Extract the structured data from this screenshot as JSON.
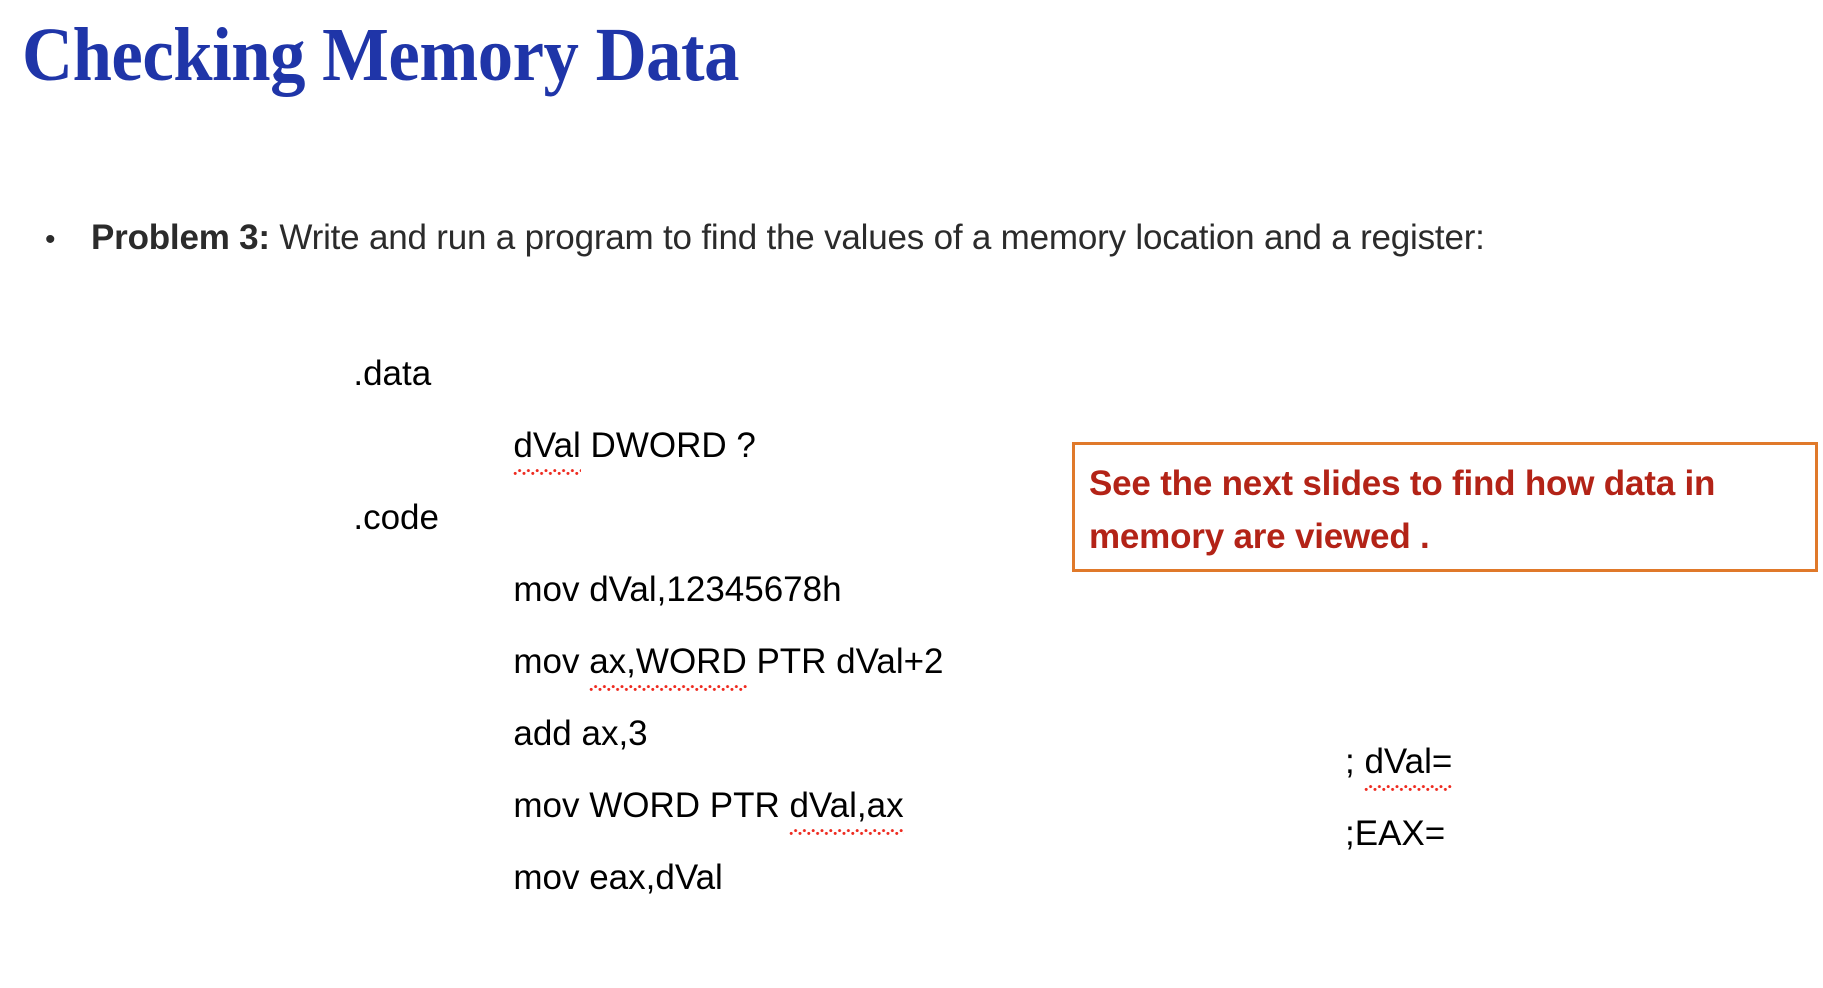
{
  "slide": {
    "title": "Checking Memory Data",
    "title_color": "#1F35A8",
    "background": "#ffffff"
  },
  "bullet": {
    "marker": "•",
    "lead": "Problem 3:",
    "body": " Write and run a program to find the values of a memory location and a register:",
    "color": "#2b2b2b"
  },
  "code": {
    "lines": [
      {
        "indent": "outer",
        "text": ".data",
        "comment": "",
        "misspelled": ""
      },
      {
        "indent": "inner",
        "text": "dVal DWORD ?",
        "comment": "",
        "misspelled": "dVal"
      },
      {
        "indent": "outer",
        "text": ".code",
        "comment": "",
        "misspelled": ""
      },
      {
        "indent": "inner",
        "text": "mov dVal,12345678h",
        "comment": "",
        "misspelled": ""
      },
      {
        "indent": "inner",
        "text": "mov ax,WORD PTR dVal+2",
        "comment": "",
        "misspelled": "ax,WORD"
      },
      {
        "indent": "inner",
        "text": "add ax,3",
        "comment": "",
        "misspelled": ""
      },
      {
        "indent": "inner",
        "text": "mov WORD PTR dVal,ax",
        "comment": "; dVal=",
        "misspelled": "dVal,ax"
      },
      {
        "indent": "inner",
        "text": "mov eax,dVal",
        "comment": ";EAX=",
        "misspelled": ""
      }
    ],
    "line_parts": {
      "l1_full": ".data",
      "l2_pre": "",
      "l2_sq": "dVal",
      "l2_post": " DWORD ?",
      "l3_full": ".code",
      "l4_full": "mov dVal,12345678h",
      "l5_pre": "mov ",
      "l5_sq": "ax,WORD",
      "l5_post": " PTR dVal+2",
      "l6_full": "add ax,3",
      "l7_pre": "mov WORD PTR ",
      "l7_sq": "dVal,ax",
      "l7_post": "",
      "l7_cmt_pre": "; ",
      "l7_cmt_sq": "dVal=",
      "l8_full": "mov eax,dVal",
      "l8_cmt": ";EAX="
    }
  },
  "callout": {
    "text": "See the next  slides to find how data in memory are viewed .",
    "text_color": "#B32317",
    "border_color": "#E0792A"
  }
}
